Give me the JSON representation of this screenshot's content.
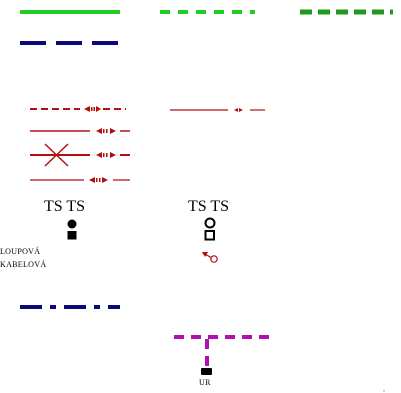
{
  "colors": {
    "green": "#22cc22",
    "dark_green": "#1e9a1e",
    "navy": "#0a0a78",
    "red": "#b01010",
    "magenta": "#b010b0",
    "black": "#000000"
  },
  "legend": {
    "ts_left": "TS TS",
    "ts_right": "TS TS",
    "cable_pole": "LOUPOVÁ",
    "cable_underground": "KABELOVÁ",
    "ur": "UR"
  },
  "icons": {
    "substation_pole": "filled-circle-over-filled-square",
    "substation_outline": "outlined-circle-over-outlined-square",
    "switch_symbol": "red-arrow-with-circle",
    "cross_mark": "red-cross"
  }
}
